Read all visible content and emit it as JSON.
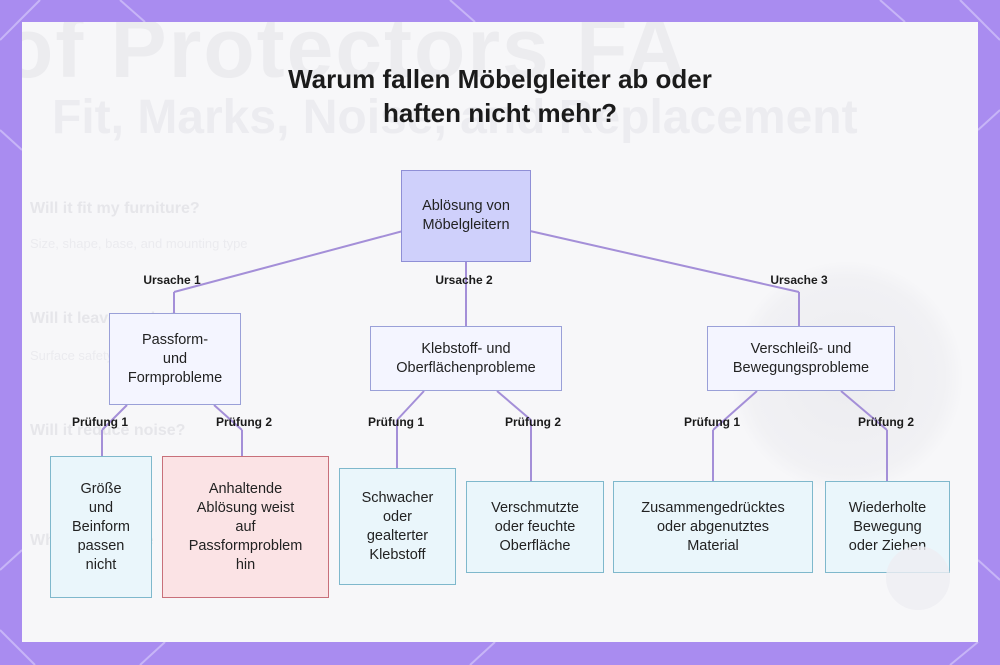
{
  "title": {
    "line1": "Warum fallen Möbelgleiter ab oder",
    "line2": "haften nicht mehr?"
  },
  "background": {
    "ghost_title": "of Protectors FA",
    "ghost_subtitle": "Fit, Marks, Noise, and Replacement",
    "ghost_q1": "Will it fit my furniture?",
    "ghost_a1": "Size, shape, base, and mounting type",
    "ghost_q2": "Will it leave marks?",
    "ghost_a2": "Surface safety and material choice",
    "ghost_q3": "Will it reduce noise?",
    "ghost_q4": "When to replace"
  },
  "colors": {
    "frame": "#a98cf0",
    "root_fill": "#cfd0fb",
    "category_fill": "#f4f5ff",
    "leaf_fill": "#eaf6fb",
    "alert_fill": "#fbe3e5",
    "connector": "#a48fd8"
  },
  "diagram": {
    "root": {
      "label": "Ablösung von\nMöbelgleitern"
    },
    "categories": [
      {
        "edge_label": "Ursache 1",
        "label": "Passform-\nund\nFormprobleme"
      },
      {
        "edge_label": "Ursache 2",
        "label": "Klebstoff- und\nOberflächenprobleme"
      },
      {
        "edge_label": "Ursache 3",
        "label": "Verschleiß- und\nBewegungsprobleme"
      }
    ],
    "leaves": [
      {
        "edge_label": "Prüfung 1",
        "label": "Größe\nund\nBeinform\npassen\nnicht"
      },
      {
        "edge_label": "Prüfung 2",
        "label": "Anhaltende\nAblösung weist\nauf\nPassformproblem\nhin"
      },
      {
        "edge_label": "Prüfung 1",
        "label": "Schwacher\noder\ngealterter\nKlebstoff"
      },
      {
        "edge_label": "Prüfung 2",
        "label": "Verschmutzte\noder feuchte\nOberfläche"
      },
      {
        "edge_label": "Prüfung 1",
        "label": "Zusammengedrücktes\noder abgenutztes\nMaterial"
      },
      {
        "edge_label": "Prüfung 2",
        "label": "Wiederholte\nBewegung\noder Ziehen"
      }
    ]
  }
}
